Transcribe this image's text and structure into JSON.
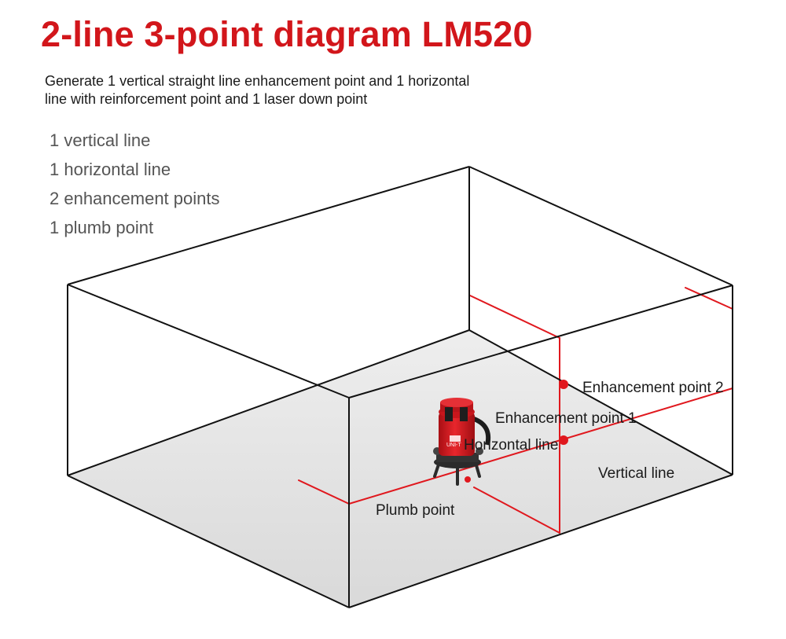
{
  "title": "2-line 3-point diagram LM520",
  "description": {
    "line1": "Generate 1 vertical straight line enhancement point and 1 horizontal",
    "line2": "line with reinforcement point and 1 laser down point"
  },
  "features": [
    "1 vertical line",
    "1 horizontal line",
    "2 enhancement points",
    "1 plumb point"
  ],
  "labels": {
    "enhancement_point_2": "Enhancement point 2",
    "enhancement_point_1": "Enhancement point 1",
    "horizontal_line": "Horizontal line",
    "vertical_line": "Vertical line",
    "plumb_point": "Plumb point"
  },
  "device": {
    "brand_mark": "UNI-T"
  },
  "colors": {
    "title": "#d2161b",
    "laser": "#e0181e",
    "box_edge": "#111111",
    "floor": "#e6e6e6",
    "device_body": "#d61c22"
  }
}
